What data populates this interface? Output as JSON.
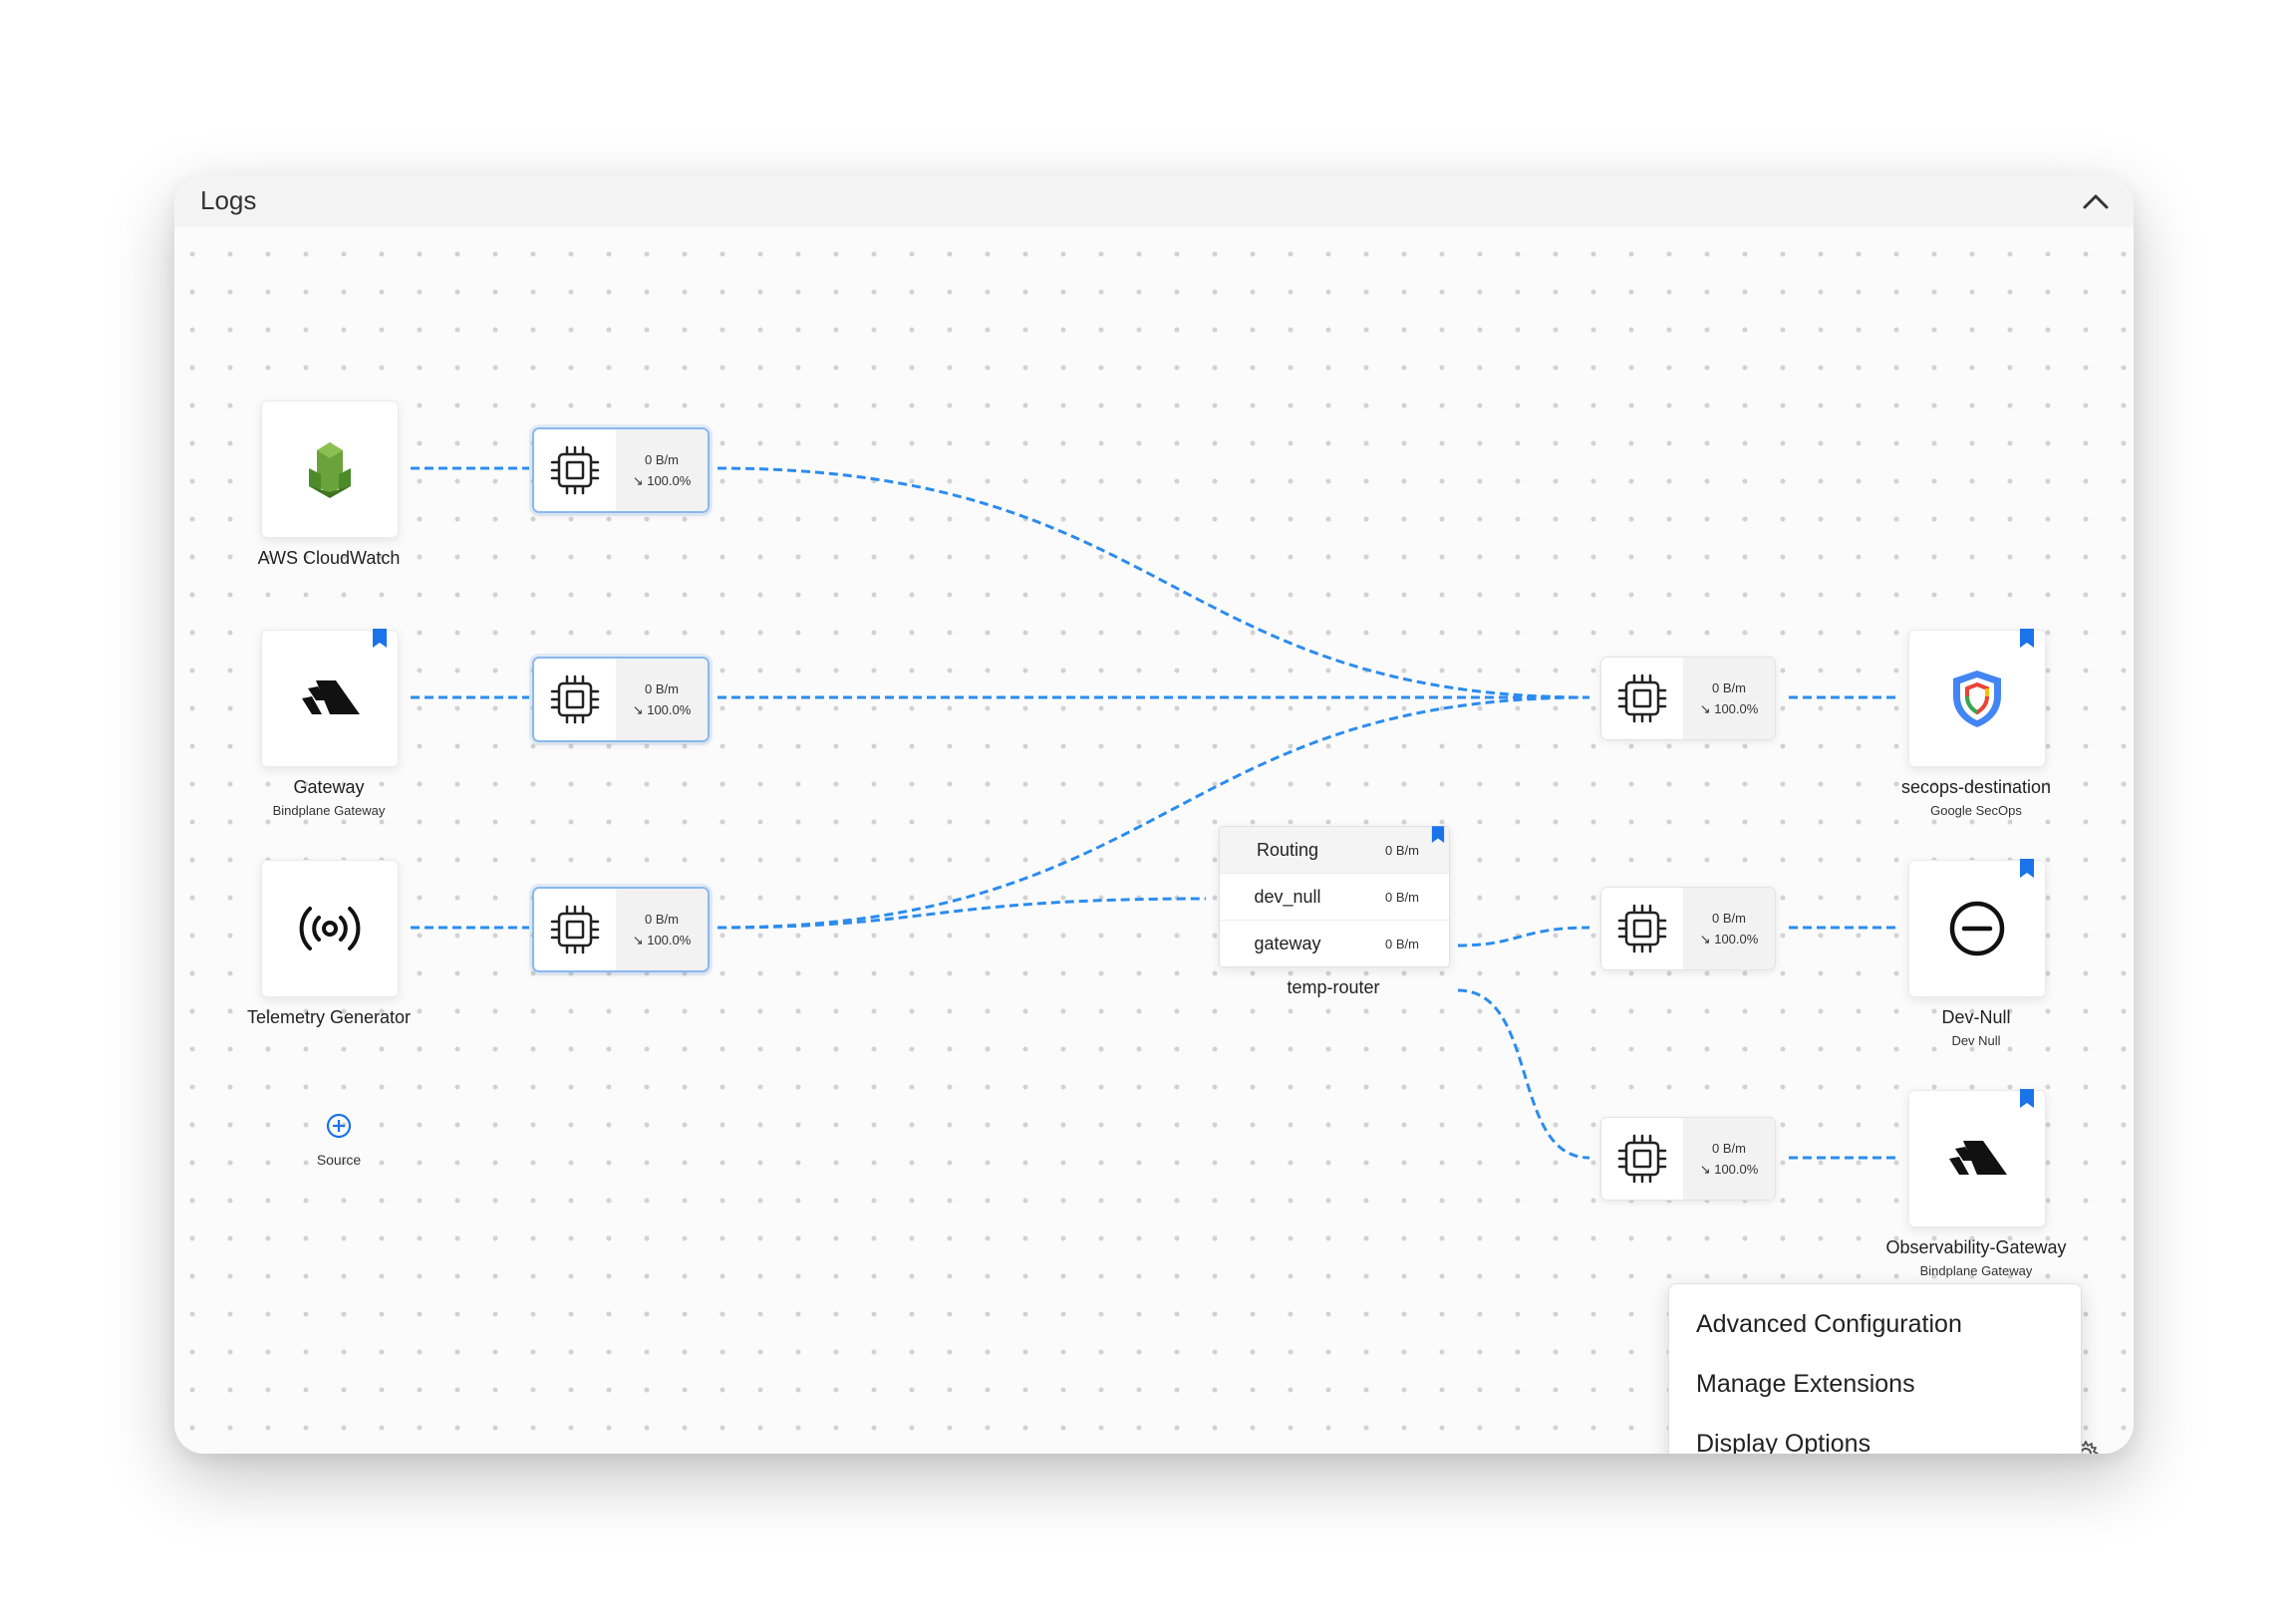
{
  "header": {
    "title": "Logs"
  },
  "sources": [
    {
      "name": "AWS CloudWatch",
      "subtitle": "",
      "icon": "aws-cloudwatch-icon"
    },
    {
      "name": "Gateway",
      "subtitle": "Bindplane Gateway",
      "icon": "bindplane-icon"
    },
    {
      "name": "Telemetry Generator",
      "subtitle": "",
      "icon": "broadcast-icon"
    }
  ],
  "add_source": {
    "label": "Source"
  },
  "processors": [
    {
      "rate": "0 B/m",
      "ratio": "100.0%"
    },
    {
      "rate": "0 B/m",
      "ratio": "100.0%"
    },
    {
      "rate": "0 B/m",
      "ratio": "100.0%"
    },
    {
      "rate": "0 B/m",
      "ratio": "100.0%"
    },
    {
      "rate": "0 B/m",
      "ratio": "100.0%"
    },
    {
      "rate": "0 B/m",
      "ratio": "100.0%"
    }
  ],
  "router": {
    "name": "temp-router",
    "rows": [
      {
        "name": "Routing",
        "value": "0 B/m"
      },
      {
        "name": "dev_null",
        "value": "0 B/m"
      },
      {
        "name": "gateway",
        "value": "0 B/m"
      }
    ]
  },
  "destinations": [
    {
      "name": "secops-destination",
      "subtitle": "Google SecOps",
      "icon": "google-secops-shield-icon"
    },
    {
      "name": "Dev-Null",
      "subtitle": "Dev Null",
      "icon": "minus-circle-icon"
    },
    {
      "name": "Observability-Gateway",
      "subtitle": "Bindplane Gateway",
      "icon": "bindplane-icon"
    }
  ],
  "menu": {
    "items": [
      "Advanced Configuration",
      "Manage Extensions",
      "Display Options"
    ]
  },
  "colors": {
    "edge": "#2b8cf0",
    "bookmark": "#1a73e8",
    "cloudwatch": "#6aa33a"
  }
}
